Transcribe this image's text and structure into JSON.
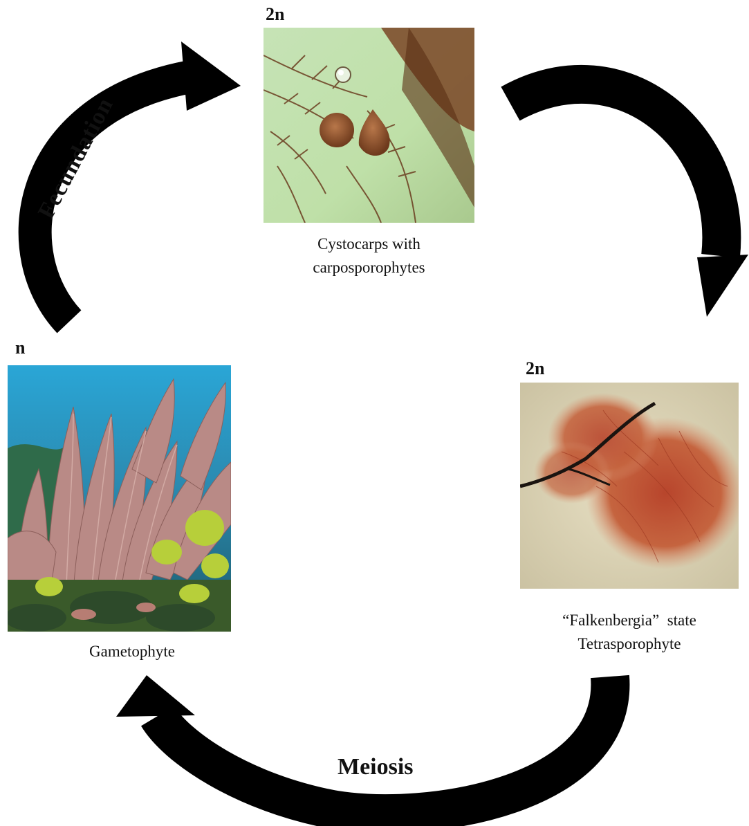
{
  "nodes": {
    "cystocarp": {
      "ploidy": "2n",
      "caption_line1": "Cystocarps with",
      "caption_line2": "carposporophytes",
      "image_subject": "cystocarp-micrograph"
    },
    "tetrasporophyte": {
      "ploidy": "2n",
      "caption_line1": "“Falkenbergia”  state",
      "caption_line2": "Tetrasporophyte",
      "image_subject": "tetrasporophyte-tuft-photo"
    },
    "gametophyte": {
      "ploidy": "n",
      "caption": "Gametophyte",
      "image_subject": "underwater-seaweed-photo"
    }
  },
  "arrows": {
    "fecundation": {
      "label": "Fecundation"
    },
    "meiosis": {
      "label": "Meiosis"
    }
  },
  "colors": {
    "arrow": "#000000",
    "background": "#ffffff"
  }
}
